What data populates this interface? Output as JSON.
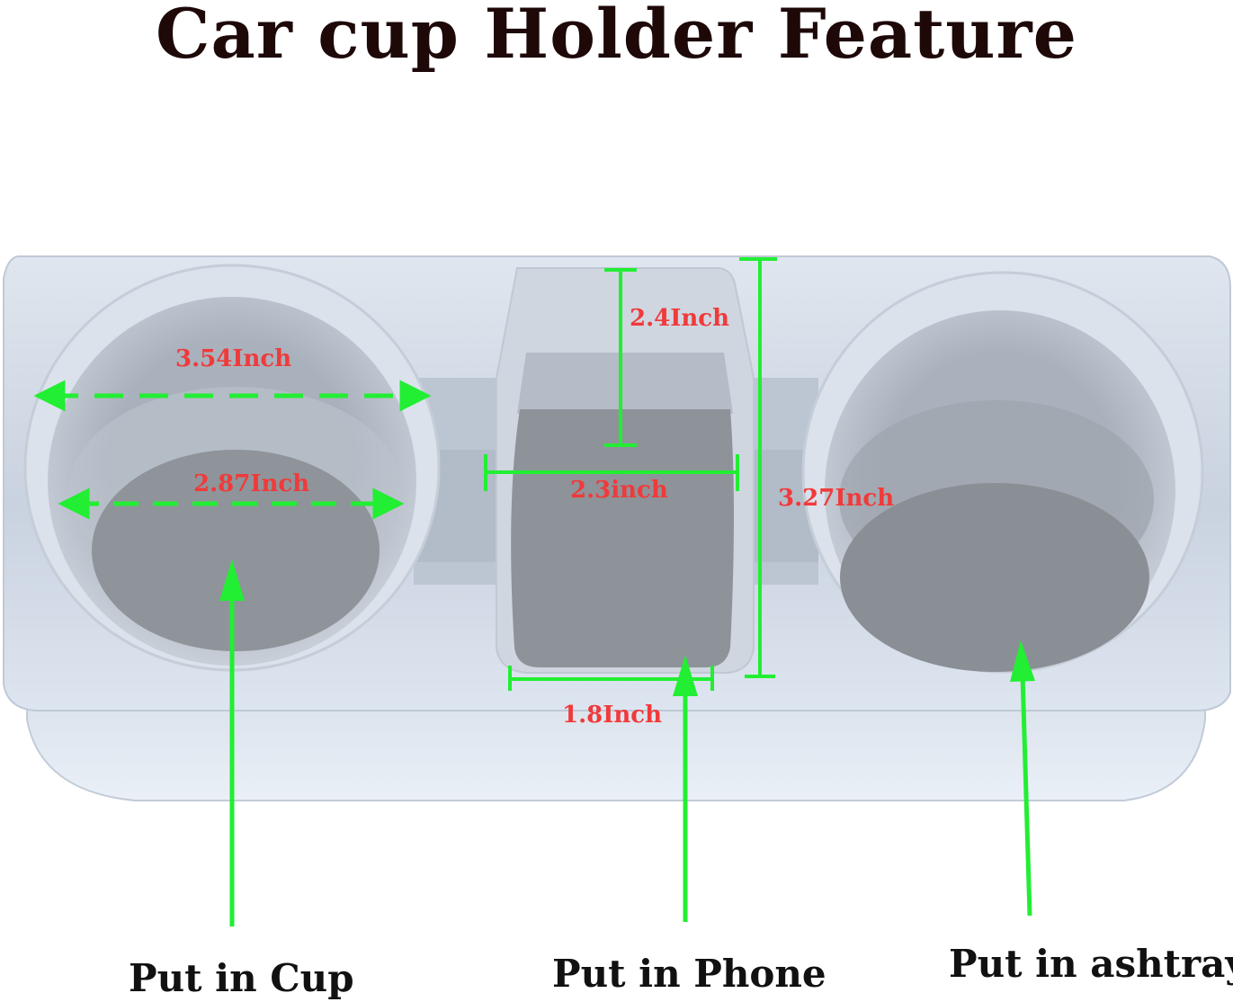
{
  "title": "Car cup Holder Feature",
  "measurements": {
    "left_outer_diameter": "3.54Inch",
    "left_inner_diameter": "2.87Inch",
    "phone_slot_depth": "2.4Inch",
    "phone_slot_width": "2.3inch",
    "phone_slot_bottom_width": "1.8Inch",
    "holder_height": "3.27Inch"
  },
  "captions": {
    "left": "Put in Cup",
    "middle": "Put in Phone",
    "right": "Put in ashtray"
  },
  "colors": {
    "dimension_line": "#22ee33",
    "measurement_text": "#f03a3a",
    "title_text": "#1e0808",
    "holder_body": "#c8d2e0"
  }
}
